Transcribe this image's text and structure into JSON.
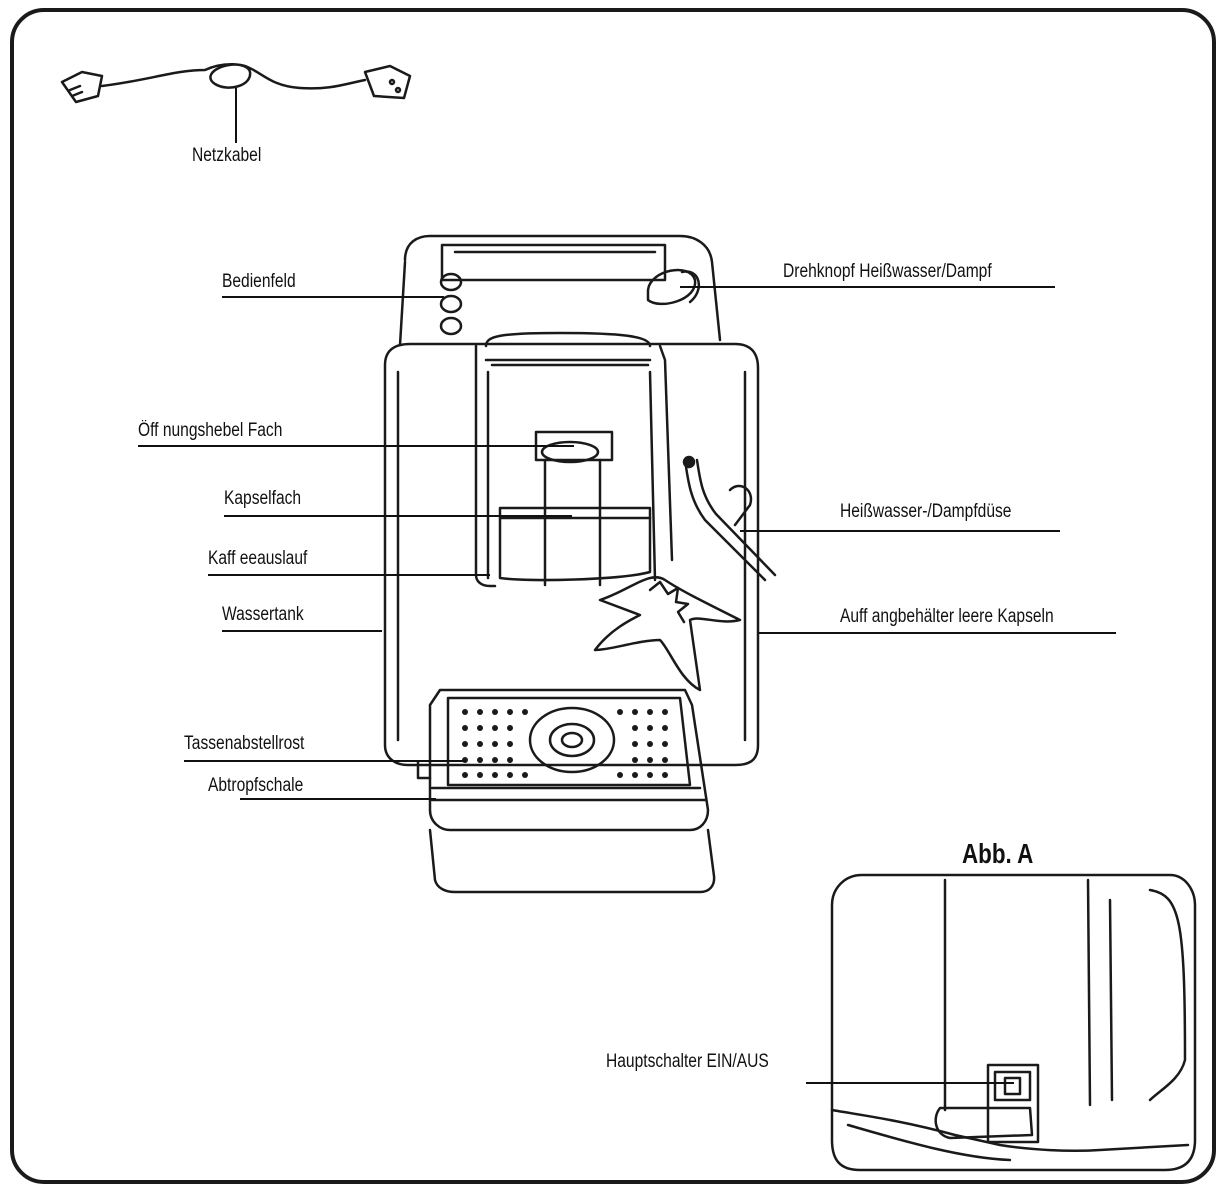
{
  "labels": {
    "netzkabel": "Netzkabel",
    "bedienfeld": "Bedienfeld",
    "drehknopf": "Drehknopf Heißwasser/Dampf",
    "oeffnungshebel": "Öff nungshebel Fach",
    "kapselfach": "Kapselfach",
    "duese": "Heißwasser-/Dampfdüse",
    "kaffeeauslauf": "Kaff eeauslauf",
    "wassertank": "Wassertank",
    "auffangbehaelter": "Auff angbehälter leere Kapseln",
    "tassenabstellrost": "Tassenabstellrost",
    "abtropfschale": "Abtropfschale",
    "hauptschalter": "Hauptschalter EIN/AUS"
  },
  "inset": {
    "title": "Abb. A"
  }
}
